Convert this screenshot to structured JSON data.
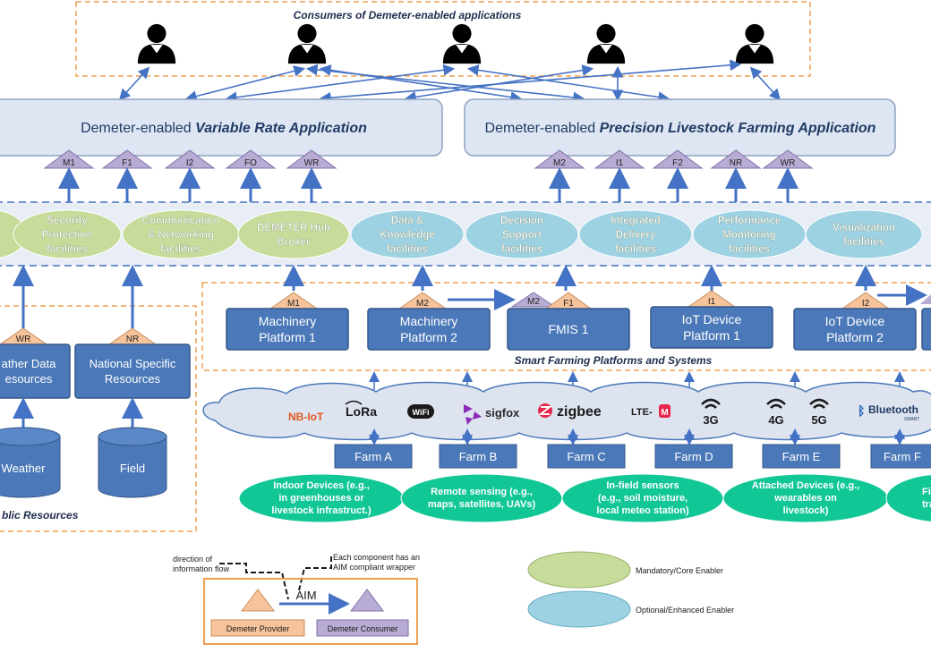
{
  "consumers_title": "Consumers of Demeter-enabled applications",
  "apps": {
    "vra_prefix": "Demeter-enabled ",
    "vra_name": "Variable Rate Application",
    "plf_prefix": "Demeter-enabled ",
    "plf_name": "Precision Livestock Farming Application"
  },
  "vra_tags": [
    "M1",
    "F1",
    "I2",
    "FO",
    "WR"
  ],
  "plf_tags": [
    "M2",
    "I1",
    "F2",
    "NR",
    "WR"
  ],
  "enablers": {
    "security_1": "Security",
    "security_2": "Protection",
    "security_3": "facilities",
    "comm_1": "Communication",
    "comm_2": "& Networking",
    "comm_3": "facilities",
    "hub_1": "DEMETER Hub",
    "hub_2": "Broker",
    "data_1": "Data &",
    "data_2": "Knowledge",
    "data_3": "facilities",
    "decision_1": "Decision",
    "decision_2": "Support",
    "decision_3": "facilities",
    "integrated_1": "Integrated",
    "integrated_2": "Delivery",
    "integrated_3": "facilities",
    "perf_1": "Performance",
    "perf_2": "Monitoring",
    "perf_3": "facilities",
    "vis_1": "Visualization",
    "vis_2": "facilities"
  },
  "platforms": {
    "title": "Smart Farming Platforms and Systems",
    "mp1_1": "Machinery",
    "mp1_2": "Platform 1",
    "mp1_tag": "M1",
    "mp2_1": "Machinery",
    "mp2_2": "Platform 2",
    "mp2_tag": "M2",
    "mp2_out_tag": "M2",
    "fmis": "FMIS 1",
    "fmis_tag": "F1",
    "iot1_1": "IoT Device",
    "iot1_2": "Platform 1",
    "iot1_tag": "I1",
    "iot2_1": "IoT Device",
    "iot2_2": "Platform 2",
    "iot2_tag": "I2"
  },
  "public_resources": {
    "title": "blic Resources",
    "weather_1": "ather Data",
    "weather_2": "esources",
    "weather_tag": "WR",
    "national_1": "National Specific",
    "national_2": "Resources",
    "national_tag": "NR",
    "db_weather": "Weather",
    "db_field": "Field"
  },
  "network": {
    "nbiot": "NB-IoT",
    "lora": "LoRa",
    "wifi": "WiFi",
    "sigfox": "sigfox",
    "zigbee": "zigbee",
    "ltem": "LTE-",
    "ltem_m": "M",
    "g3": "3G",
    "g4": "4G",
    "g5": "5G",
    "bluetooth": "Bluetooth",
    "bluetooth_small": "SMART"
  },
  "farms": [
    "Farm A",
    "Farm B",
    "Farm C",
    "Farm D",
    "Farm E",
    "Farm F"
  ],
  "devices": {
    "indoor_1": "Indoor Devices (e.g.,",
    "indoor_2": "in greenhouses or",
    "indoor_3": "livestock infrastruct.)",
    "remote_1": "Remote sensing (e.g.,",
    "remote_2": "maps, satellites, UAVs)",
    "infield_1": "In-field sensors",
    "infield_2": "(e.g., soil moisture,",
    "infield_3": "local meteo station)",
    "attached_1": "Attached Devices (e.g.,",
    "attached_2": "wearables on",
    "attached_3": "livestock)",
    "last_1": "Fiel",
    "last_2": "trac"
  },
  "legend": {
    "direction_1": "direction of",
    "direction_2": "information flow",
    "wrapper_1": "Each component has an",
    "wrapper_2": "AIM compliant wrapper",
    "aim": "AIM",
    "provider": "Demeter Provider",
    "consumer": "Demeter Consumer",
    "mandatory": "Mandatory/Core Enabler",
    "optional": "Optional/Enhanced Enabler"
  },
  "colors": {
    "orange_dash": "#f0a050",
    "app_fill": "#dde6f2",
    "app_stroke": "#8fa2c2",
    "arrow": "#4472c4",
    "platform": "#4a78b8",
    "platform_dark": "#34578a",
    "green_enabler": "#c7dc9a",
    "blue_enabler": "#9dd2e3",
    "teal_device": "#12c796",
    "provider_tri": "#f6c39a",
    "consumer_tri": "#b9acd4",
    "band_bg": "#e8edf6"
  }
}
